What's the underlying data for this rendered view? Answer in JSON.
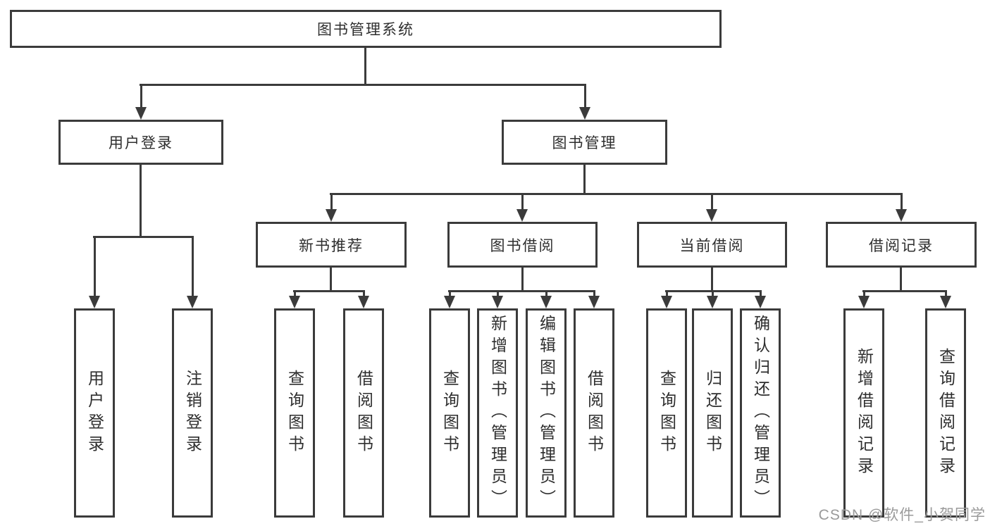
{
  "nodes": {
    "root": "图书管理系统",
    "level2": [
      "用户登录",
      "图书管理"
    ],
    "level3": [
      "新书推荐",
      "图书借阅",
      "当前借阅",
      "借阅记录"
    ],
    "level4": {
      "user_login": [
        "用户登录",
        "注销登录"
      ],
      "new_book_recommend": [
        "查询图书",
        "借阅图书"
      ],
      "book_borrow": [
        "查询图书",
        "新增图书（管理员）",
        "编辑图书（管理员）",
        "借阅图书"
      ],
      "current_borrow": [
        "查询图书",
        "归还图书",
        "确认归还（管理员）"
      ],
      "borrow_records": [
        "新增借阅记录",
        "查询借阅记录"
      ]
    }
  },
  "watermark": "CSDN @软件_小贺同学",
  "colors": {
    "line": "#3b3b3b",
    "box_border": "#3b3b3b",
    "box_fill": "#ffffff",
    "text": "#2e2e2e",
    "watermark": "#9a9a9a"
  }
}
